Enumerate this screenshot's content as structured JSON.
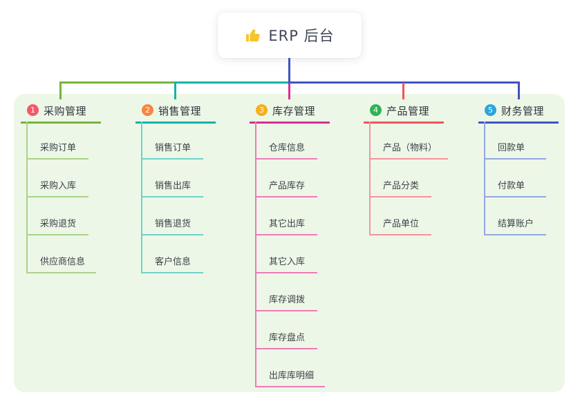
{
  "root": {
    "label": "ERP 后台",
    "icon": "thumbs-up-icon",
    "icon_color": "#f6c52e"
  },
  "colors": {
    "panel_background": "#edf7e7",
    "branch_main": [
      "#76b43c",
      "#12b2a6",
      "#d62f92",
      "#f0545c",
      "#4053c2"
    ],
    "branch_light": [
      "#a9d387",
      "#6fd1c8",
      "#ee7ab8",
      "#f4939a",
      "#93a7e0"
    ],
    "badges": [
      "#f25a6b",
      "#f6863f",
      "#f7b01c",
      "#2eb354",
      "#2aa5dd"
    ],
    "root_connector": "#4053c2"
  },
  "branches": [
    {
      "num": "1",
      "label": "采购管理",
      "children": [
        "采购订单",
        "采购入库",
        "采购退货",
        "供应商信息"
      ]
    },
    {
      "num": "2",
      "label": "销售管理",
      "children": [
        "销售订单",
        "销售出库",
        "销售退货",
        "客户信息"
      ]
    },
    {
      "num": "3",
      "label": "库存管理",
      "children": [
        "仓库信息",
        "产品库存",
        "其它出库",
        "其它入库",
        "库存调拨",
        "库存盘点",
        "出库库明细"
      ]
    },
    {
      "num": "4",
      "label": "产品管理",
      "children": [
        "产品（物料）",
        "产品分类",
        "产品单位"
      ]
    },
    {
      "num": "5",
      "label": "财务管理",
      "children": [
        "回款单",
        "付款单",
        "结算账户"
      ]
    }
  ]
}
